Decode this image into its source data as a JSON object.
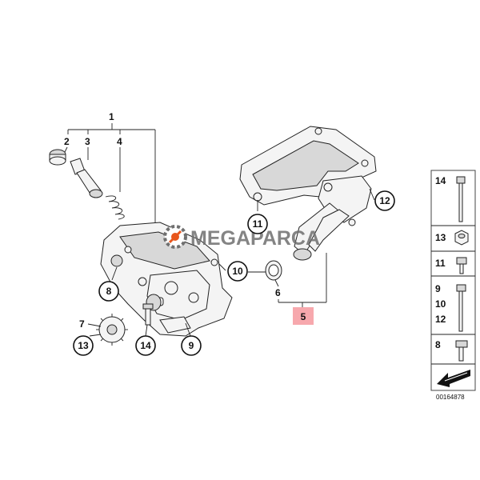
{
  "watermark": {
    "text": "MEGAPARCA",
    "logo_icon": "gear-wrench-icon",
    "color": "#6f6f6f",
    "accent": "#e8561c"
  },
  "callouts": {
    "c1": "1",
    "c2": "2",
    "c3": "3",
    "c4": "4",
    "c5": "5",
    "c6": "6",
    "c7": "7",
    "c8": "8",
    "c9": "9",
    "c10": "10",
    "c11": "11",
    "c12": "12",
    "c13": "13",
    "c14": "14"
  },
  "highlight_color": "#f7a8ad",
  "legend": {
    "r1": "14",
    "r2": "13",
    "r3": "11",
    "r4a": "9",
    "r4b": "10",
    "r4c": "12",
    "r5": "8"
  },
  "document_number": "00164878"
}
